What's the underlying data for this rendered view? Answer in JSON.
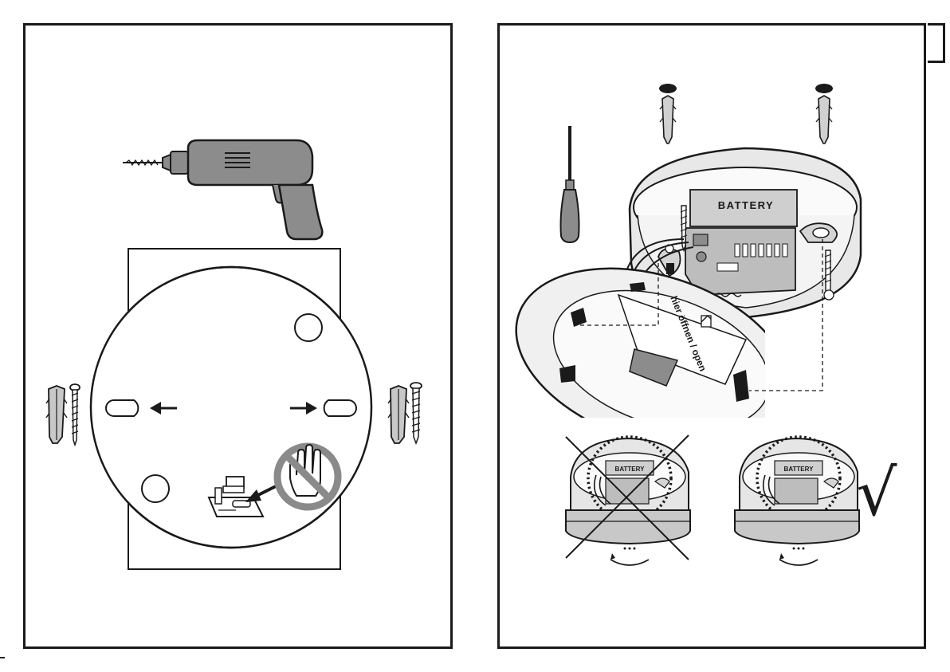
{
  "left_panel": {
    "title": "",
    "steps": [
      "drill-holes",
      "mount-base-plate",
      "do-not-touch-circuit-board"
    ]
  },
  "right_panel": {
    "battery_label": "BATTERY",
    "battery_label_small": "BATTERY",
    "open_here_label": "hier öffnen / open",
    "check_mark": "√"
  },
  "colors": {
    "line": "#1a1a1a",
    "tool_gray": "#8c8c8c",
    "tool_gray_dark": "#6e6e6e",
    "prohibit_gray": "#8a8a8a",
    "housing_light": "#eeeeee",
    "housing_mid": "#d4d4d4",
    "board_gray": "#bdbdbd",
    "base_plate": "#c8c8c8"
  },
  "icons": [
    "drill-icon",
    "screw-icon",
    "wall-plug-icon",
    "screwdriver-icon",
    "no-touch-hand-icon",
    "circuit-board-icon",
    "rotate-arrow-icon",
    "cross-out-icon",
    "check-mark-icon"
  ]
}
